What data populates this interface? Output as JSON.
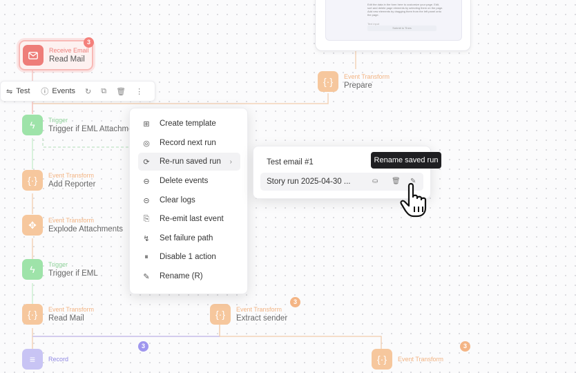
{
  "preview": {
    "text": "Edit the data in the form here to customize your page. Edit, sort and delete page elements by selecting them on the page. Add new elements by dragging them from the left panel onto the page.",
    "field": "Text input",
    "button": "Submit to Tines"
  },
  "nodes": {
    "receive_email": {
      "type": "Receive Email",
      "name": "Read Mail",
      "badge": "3"
    },
    "prepare": {
      "type": "Event Transform",
      "name": "Prepare"
    },
    "trigger1": {
      "type": "Trigger",
      "name": "Trigger if EML Attachment"
    },
    "add_reporter": {
      "type": "Event Transform",
      "name": "Add Reporter"
    },
    "explode": {
      "type": "Event Transform",
      "name": "Explode Attachments"
    },
    "trigger2": {
      "type": "Trigger",
      "name": "Trigger if EML"
    },
    "read_mail2": {
      "type": "Event Transform",
      "name": "Read Mail"
    },
    "extract_sender": {
      "type": "Event Transform",
      "name": "Extract sender",
      "badge": "3"
    },
    "record": {
      "type": "Record",
      "badge": "3"
    },
    "event_transform_bottom": {
      "type": "Event Transform",
      "badge": "3"
    }
  },
  "toolbar": {
    "test_label": "Test",
    "events_label": "Events"
  },
  "menu": {
    "items": [
      {
        "label": "Create template",
        "icon": "template-icon"
      },
      {
        "label": "Record next run",
        "icon": "record-icon"
      },
      {
        "label": "Re-run saved run",
        "icon": "rerun-icon",
        "has_submenu": true
      },
      {
        "label": "Delete events",
        "icon": "delete-events-icon"
      },
      {
        "label": "Clear logs",
        "icon": "clear-logs-icon"
      },
      {
        "label": "Re-emit last event",
        "icon": "reemit-icon"
      },
      {
        "label": "Set failure path",
        "icon": "failure-path-icon"
      },
      {
        "label": "Disable 1 action",
        "icon": "pause-icon"
      },
      {
        "label": "Rename (R)",
        "icon": "pencil-icon"
      }
    ]
  },
  "submenu": {
    "title": "Test email #1",
    "run_label": "Story run 2025-04-30 ..."
  },
  "tooltip": {
    "text": "Rename saved run"
  },
  "colors": {
    "orange": "#f6c79d",
    "green": "#9ee3a9",
    "red": "#ee7d79",
    "purple": "#8f88e3"
  }
}
